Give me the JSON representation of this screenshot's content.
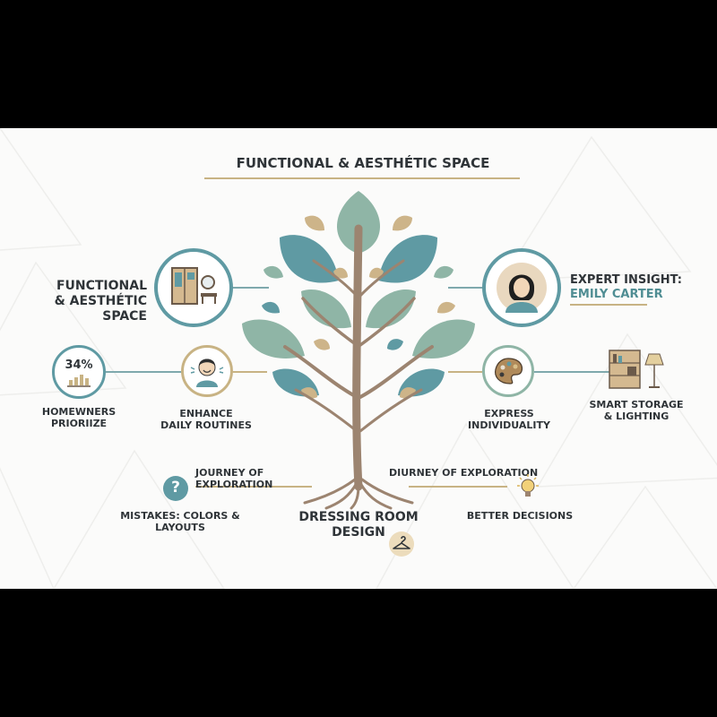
{
  "title": "FUNCTIONAL & AESTHÉTIC SPACE",
  "left": {
    "functional": "FUNCTIONAL\n& AESTHÉTIC\nSPACE",
    "stat": "34%",
    "homeowners": "HOMEWNERS\nPRIORIIZE",
    "enhance": "ENHANCE\nDAILY ROUTINES",
    "journey": "JOURNEY OF EXPLORATION",
    "mistakes": "MISTAKES: COLORS &\nLAYOUTS"
  },
  "right": {
    "expert_label": "EXPERT INSIGHT:",
    "expert_name": "EMILY CARTER",
    "express": "EXPRESS\nINDIVIDUALITY",
    "storage": "SMART STORAGE\n& LIGHTING",
    "journey": "DIURNEY OF EXPLORATION",
    "better": "BETTER DECISIONS"
  },
  "center": {
    "label": "DRESSING ROOM\nDESIGN"
  },
  "icons": {
    "question_glyph": "?"
  },
  "colors": {
    "teal": "#4f8d93",
    "tan": "#c8b384",
    "trunk": "#9c8470",
    "text": "#2f3438",
    "leaf_light": "#8fb5a6",
    "leaf_dark": "#5f9aa3",
    "leaf_tan": "#cdb489"
  }
}
